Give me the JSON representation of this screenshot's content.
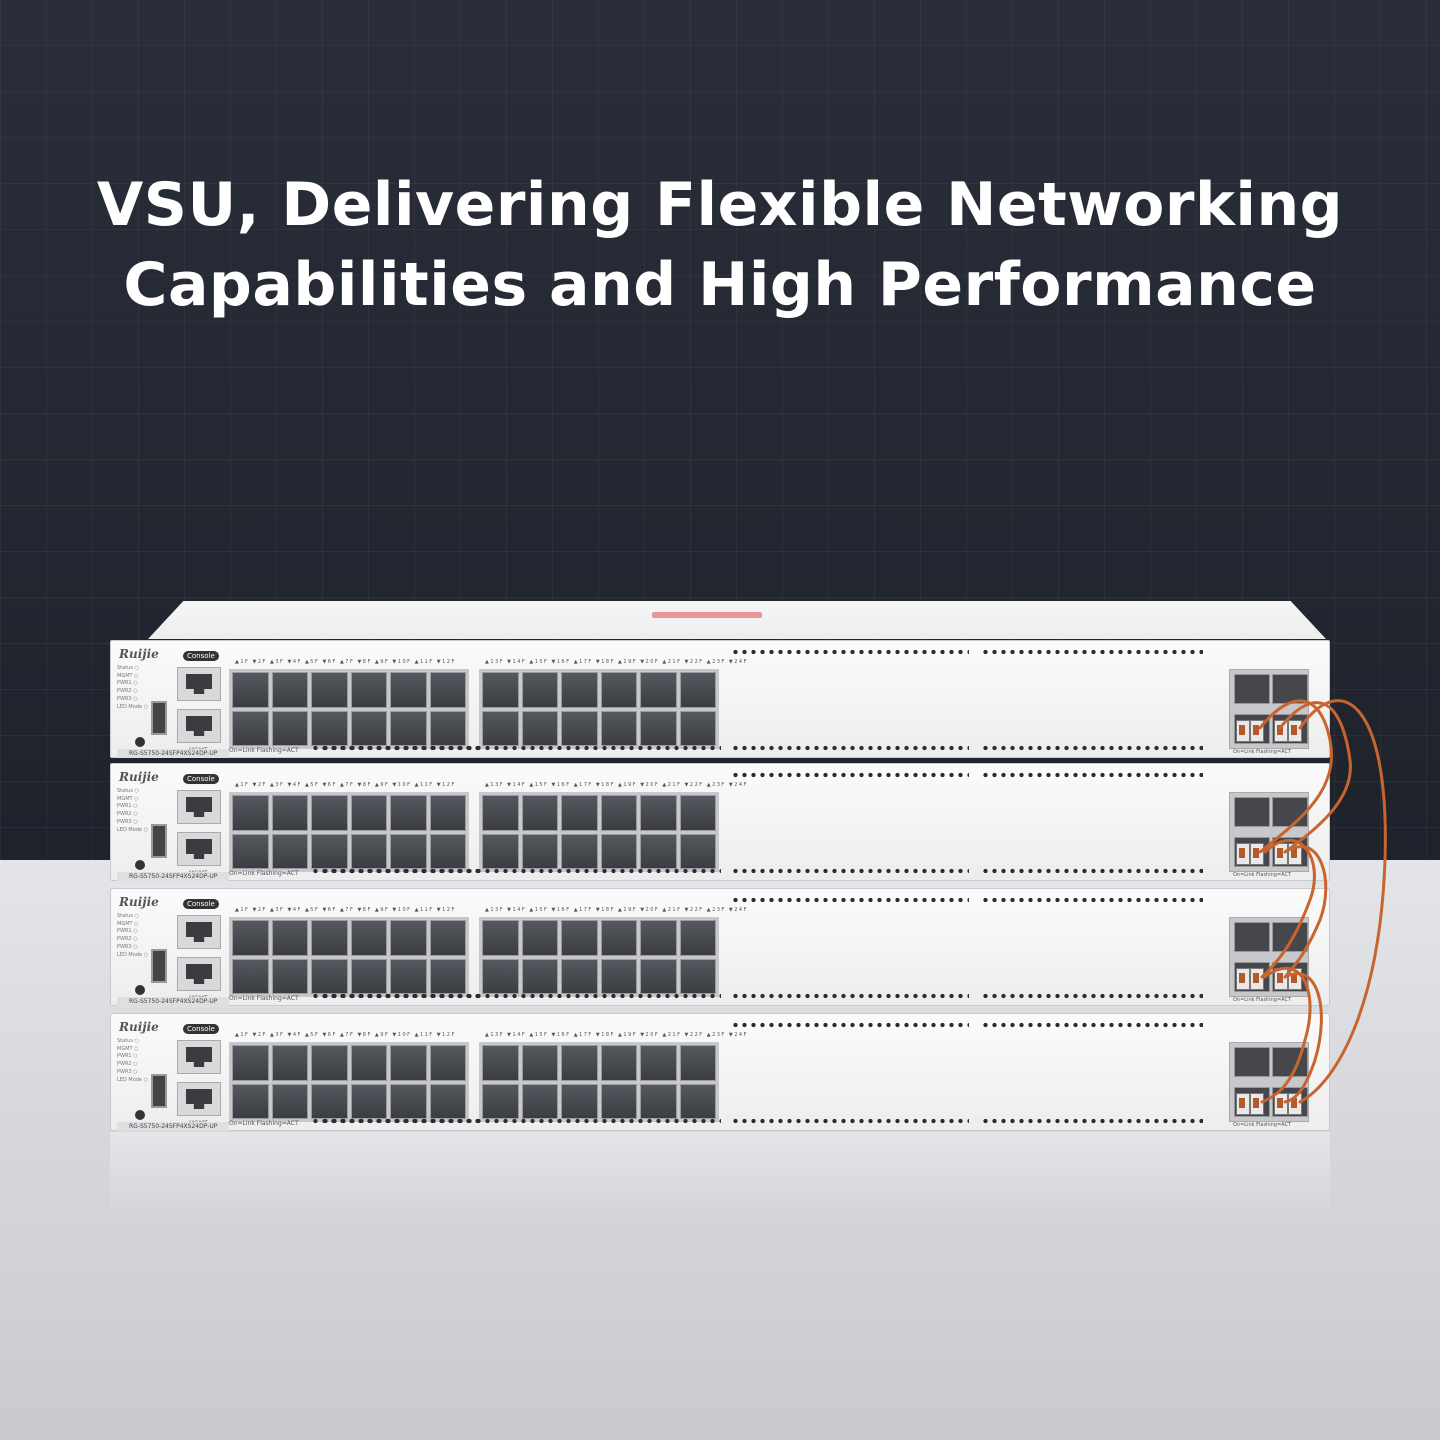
{
  "headline": {
    "line1": "VSU, Delivering Flexible Networking",
    "line2": "Capabilities and High Performance"
  },
  "switch": {
    "brand": "Ruijie",
    "console_label": "Console",
    "mgmt_label": "MGMT",
    "model": "RG-S5750-24SFP4XS24DP-UP",
    "status_leds": [
      "Status",
      "MGMT",
      "PWR1",
      "PWR2",
      "PWR3",
      "LED Mode"
    ],
    "legend": "On=Link  Flashing=ACT",
    "port_numbers_left": "▲1F ▼2F ▲3F ▼4F ▲5F ▼6F ▲7F ▼8F ▲9F ▼10F ▲11F ▼12F",
    "port_numbers_right": "▲13F ▼14F ▲15F ▼16F ▲17F ▼18F ▲19F ▼20F ▲21F ▼22F ▲23F ▼24F",
    "uplink_legend": "On=Link  Flashing=ACT"
  },
  "stack": {
    "unit_count": 4,
    "cable_color": "#c8652f"
  },
  "colors": {
    "background_dark": "#252933",
    "headline_text": "#ffffff",
    "chassis": "#f4f4f5"
  }
}
